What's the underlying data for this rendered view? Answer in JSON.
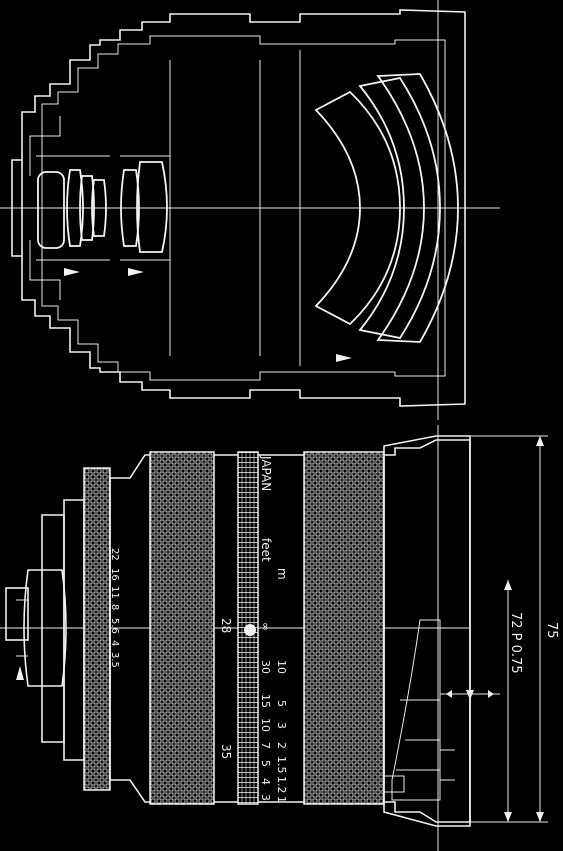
{
  "drawing": {
    "top_view": {
      "name": "lens cross-section"
    },
    "bottom_view": {
      "name": "lens barrel exterior",
      "brand_text": "JAPAN",
      "distance_units": {
        "feet": "feet",
        "meters": "m"
      },
      "feet_scale": [
        "∞",
        "30",
        "15",
        "10",
        "7",
        "5",
        "4",
        "3"
      ],
      "meter_scale": [
        "10",
        "5",
        "3",
        "2",
        "1.5",
        "1.2",
        "1"
      ],
      "focal_marks": [
        "28",
        "35"
      ],
      "aperture_scale": [
        "22",
        "16",
        "11",
        "8",
        "5.6",
        "4",
        "3.5"
      ]
    },
    "dimensions": {
      "overall_length": "75",
      "filter_label": "72 P 0.75",
      "thread": "0.75"
    }
  }
}
